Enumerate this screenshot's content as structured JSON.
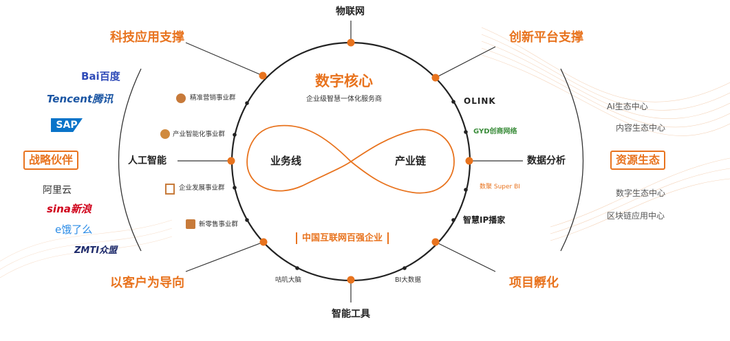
{
  "center": {
    "title": "数字核心",
    "subtitle": "企业级智慧一体化服务商",
    "left_loop": "业务线",
    "right_loop": "产业链",
    "badge": "中国互联网百强企业"
  },
  "top_node": "物联网",
  "bottom_node": "智能工具",
  "corners": {
    "top_left": "科技应用支撑",
    "top_right": "创新平台支撑",
    "bottom_left": "以客户为导向",
    "bottom_right": "项目孵化"
  },
  "left_node": "人工智能",
  "right_node": "数据分析",
  "left_group": {
    "label": "战略伙伴",
    "partners": [
      "Bai百度",
      "Tencent腾讯",
      "SAP",
      "阿里云",
      "sina新浪",
      "e饿了么",
      "ZMTI众盟"
    ]
  },
  "right_group": {
    "label": "资源生态",
    "items": [
      "AI生态中心",
      "内容生态中心",
      "数字生态中心",
      "区块链应用中心"
    ]
  },
  "left_ring_labels": [
    "精准营销事业群",
    "产业智能化事业群",
    "企业发展事业群",
    "新零售事业群"
  ],
  "bottom_ring_labels": [
    "咕叽大脑",
    "BI大数据"
  ],
  "right_ring_logos": [
    "OLINK",
    "GYD创商网络",
    "数聚 Super BI",
    "智慧IP播家"
  ],
  "colors": {
    "accent": "#e8731e",
    "ring": "#222222"
  }
}
